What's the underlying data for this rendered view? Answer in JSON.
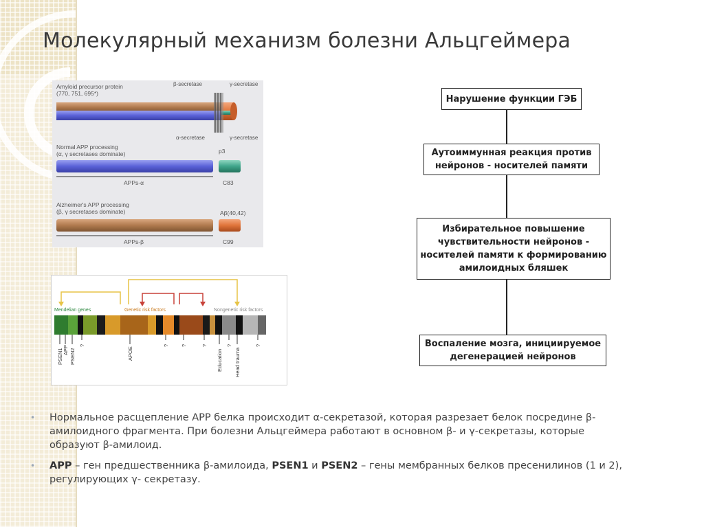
{
  "slide": {
    "title": "Молекулярный механизм болезни Альцгеймера"
  },
  "figure_app": {
    "labels": {
      "amyloid_precursor": "Amyloid precursor protein",
      "isoforms": "(770, 751, 695*)",
      "beta_secretase": "β-secretase",
      "gamma_secretase_top": "γ-secretase",
      "alpha_secretase": "α-secretase",
      "gamma_secretase_bottom": "γ-secretase",
      "normal_processing": "Normal APP processing",
      "normal_dominate": "(α, γ secretases dominate)",
      "p3": "p3",
      "apps_alpha": "APPs-α",
      "c83": "C83",
      "alz_processing": "Alzheimer's APP processing",
      "alz_dominate": "(β, γ secretases dominate)",
      "abeta": "Aβ(40,42)",
      "apps_beta": "APPs-β",
      "c99": "C99"
    },
    "colors": {
      "blue": "#5a62d8",
      "brown": "#b07a4e",
      "green": "#3fa58a",
      "orange": "#e0743a"
    }
  },
  "figure_genes": {
    "categories": {
      "mendelian": "Mendelian genes",
      "genetic": "Genetic risk factors",
      "nongenetic": "Nongenetic risk factors"
    },
    "gene_labels": [
      "PSEN1",
      "APP",
      "PSEN2",
      "?",
      "APOE",
      "?",
      "?",
      "?",
      "Education",
      "?",
      "Head trauma",
      "?"
    ]
  },
  "flowchart": {
    "boxes": [
      "Нарушение функции ГЭБ",
      "Аутоиммунная реакция против нейронов - носителей памяти",
      "Избирательное повышение чувствительности нейронов - носителей памяти к формированию амилоидных бляшек",
      "Воспаление мозга, инициируемое дегенерацией нейронов"
    ]
  },
  "bullets": {
    "b1": "Нормальное расщепление APP белка происходит α-секретазой, которая разрезает белок посредине β-амилоидного фрагмента. При болезни Альцгеймера работают в основном β- и γ-секретазы, которые образуют β-амилоид.",
    "b2_app": "APP",
    "b2_part1": " – ген предшественника β-амилоида, ",
    "b2_psen1": "PSEN1",
    "b2_and": " и ",
    "b2_psen2": "PSEN2",
    "b2_part2": " – гены мембранных белков пресенилинов (1 и 2), регулирующих γ- секретазу.",
    "marker": "•"
  }
}
